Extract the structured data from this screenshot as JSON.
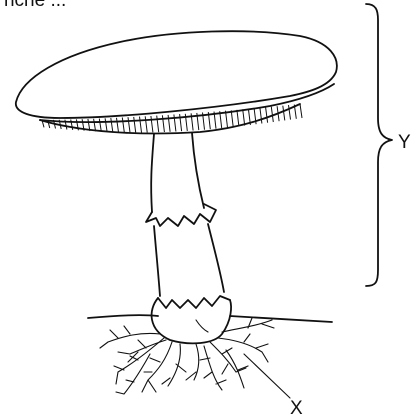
{
  "header_fragment": "ricne ...",
  "labels": {
    "y": "Y",
    "x": "X"
  }
}
